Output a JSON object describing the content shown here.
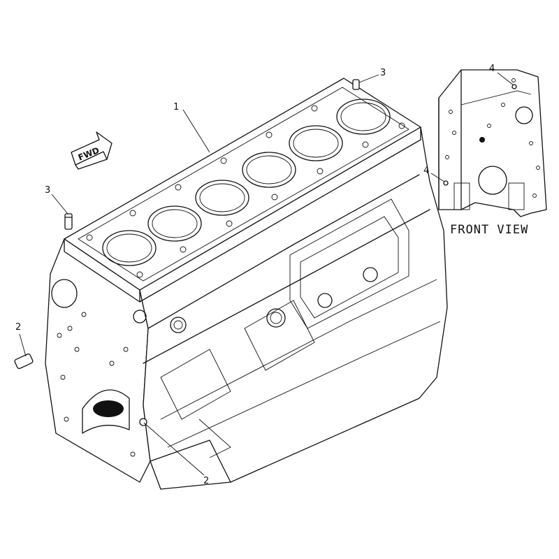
{
  "diagram": {
    "front_view_label": "FRONT VIEW",
    "fwd_label": "FWD",
    "callouts": [
      {
        "id": "c1",
        "number": "1"
      },
      {
        "id": "c2a",
        "number": "2"
      },
      {
        "id": "c2b",
        "number": "2"
      },
      {
        "id": "c3a",
        "number": "3"
      },
      {
        "id": "c3b",
        "number": "3"
      },
      {
        "id": "c4a",
        "number": "4"
      },
      {
        "id": "c4b",
        "number": "4"
      }
    ]
  }
}
